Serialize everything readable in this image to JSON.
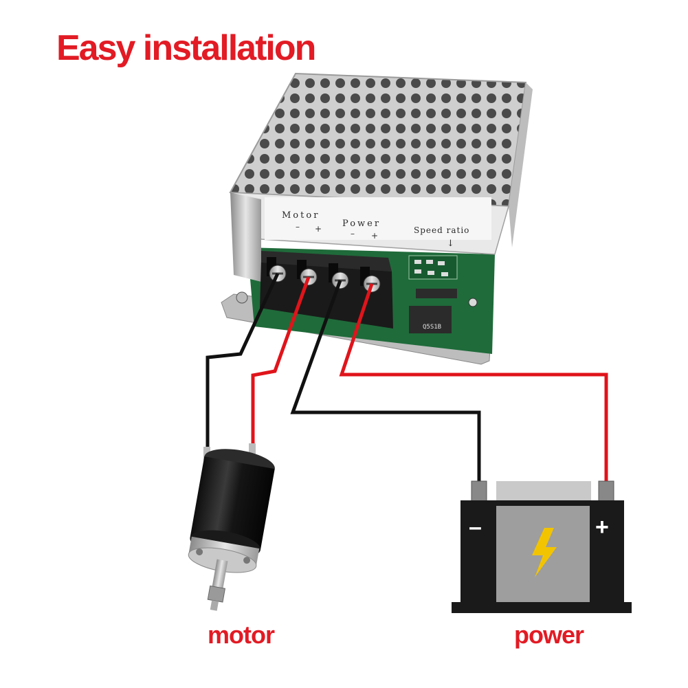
{
  "title": "Easy installation",
  "captions": {
    "motor": "motor",
    "power": "power"
  },
  "controller": {
    "terminal_labels": {
      "motor": "Motor",
      "power": "Power",
      "speed_ratio": "Speed ratio"
    },
    "polarity_marks": {
      "motor_minus": "–",
      "motor_plus": "+",
      "power_minus": "–",
      "power_plus": "+"
    },
    "speed_arrow": "↓",
    "board_code": "Q5S1B"
  },
  "battery": {
    "minus_symbol": "–",
    "plus_symbol": "+"
  },
  "colors": {
    "title": "#e21b24",
    "captions": "#e21b24",
    "wire_red": "#e0141b",
    "wire_black": "#111111",
    "pcb_green": "#1f6b3a",
    "battery_body": "#9e9e9e",
    "battery_frame": "#1a1a1a",
    "bolt": "#f2c400"
  }
}
